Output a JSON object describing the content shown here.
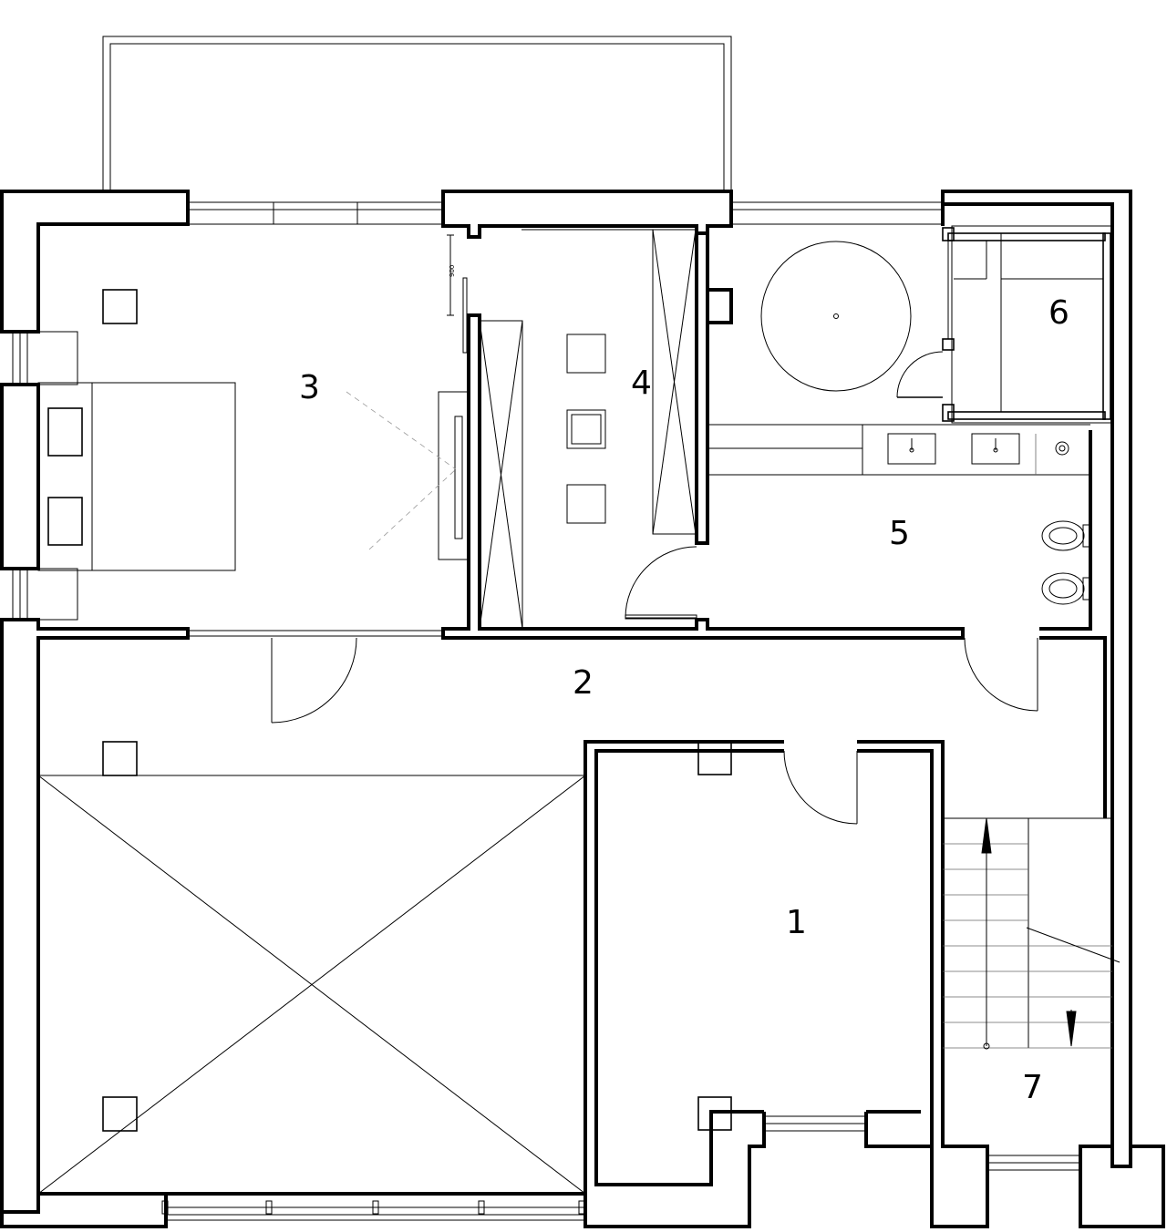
{
  "plan": {
    "rooms": [
      {
        "id": "1",
        "label": "1"
      },
      {
        "id": "2",
        "label": "2"
      },
      {
        "id": "3",
        "label": "3"
      },
      {
        "id": "4",
        "label": "4"
      },
      {
        "id": "5",
        "label": "5"
      },
      {
        "id": "6",
        "label": "6"
      },
      {
        "id": "7",
        "label": "7"
      }
    ],
    "dimension": "900"
  }
}
